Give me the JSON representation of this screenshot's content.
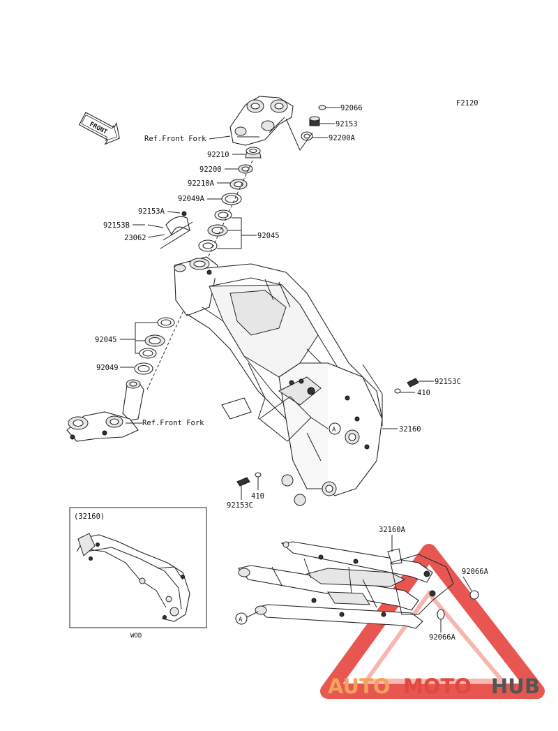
{
  "diagram": {
    "figure_code": "F2120",
    "front_label": "FRONT",
    "ref_front_fork_upper": "Ref.Front Fork",
    "ref_front_fork_lower": "Ref.Front Fork",
    "parts": {
      "p92066": "92066",
      "p92153": "92153",
      "p92200A": "92200A",
      "p92210": "92210",
      "p92200": "92200",
      "p92210A": "92210A",
      "p92049A": "92049A",
      "p92153A": "92153A",
      "p92153B": "92153B",
      "p23062": "23062",
      "p92045_upper": "92045",
      "p92045_lower": "92045",
      "p92049": "92049",
      "p92153C_right": "92153C",
      "p410_right": "410",
      "p32160": "32160",
      "p410_lower": "410",
      "p92153C_lower": "92153C",
      "p32160A": "32160A",
      "p92066A_upper": "92066A",
      "p92066A_lower": "92066A"
    },
    "callout_A_1": "A",
    "callout_A_2": "A",
    "inset_title": "(32160)",
    "inset_caption": "WOD"
  },
  "watermark": {
    "part1": "AUTO",
    "part2": "MOTO",
    "part3": "HUB",
    "colors": {
      "orange": "#f2a25a",
      "red": "#e04a3c",
      "gray": "#555555",
      "triangle": "#e53935"
    }
  }
}
